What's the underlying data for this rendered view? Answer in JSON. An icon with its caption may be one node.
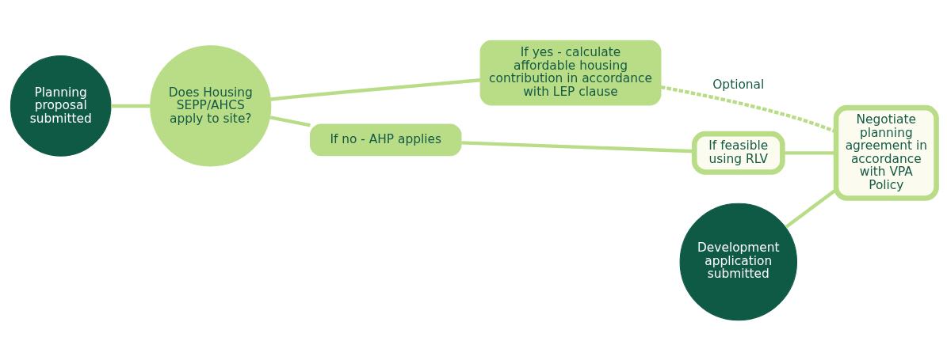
{
  "diagram": {
    "nodes": [
      {
        "text": [
          "Planning proposal submitted"
        ]
      },
      {
        "text": [
          "Does Housing SEPP/AHCS apply to site?"
        ]
      },
      {
        "text": [
          "If yes - calculate affordable housing contribution in accordance with LEP clause"
        ]
      },
      {
        "text": [
          "If no - AHP applies"
        ]
      },
      {
        "text": [
          "If feasible using RLV"
        ]
      },
      {
        "text": [
          "Negotiate planning agreement in accordance with VPA Policy"
        ]
      },
      {
        "text": [
          "Development application submitted"
        ]
      }
    ],
    "edges": [
      {
        "from": 0,
        "to": 1,
        "arrow": "none"
      },
      {
        "from": 1,
        "to": 2,
        "arrow": "none"
      },
      {
        "from": 1,
        "to": 3,
        "arrow": "none"
      },
      {
        "from": 2,
        "to": 5,
        "arrow": "none",
        "style": "dashed",
        "label": "Optional"
      },
      {
        "from": 3,
        "to": 4,
        "arrow": "none"
      },
      {
        "from": 4,
        "to": 5,
        "arrow": "none"
      },
      {
        "from": 6,
        "to": 5,
        "arrow": "none"
      }
    ]
  }
}
